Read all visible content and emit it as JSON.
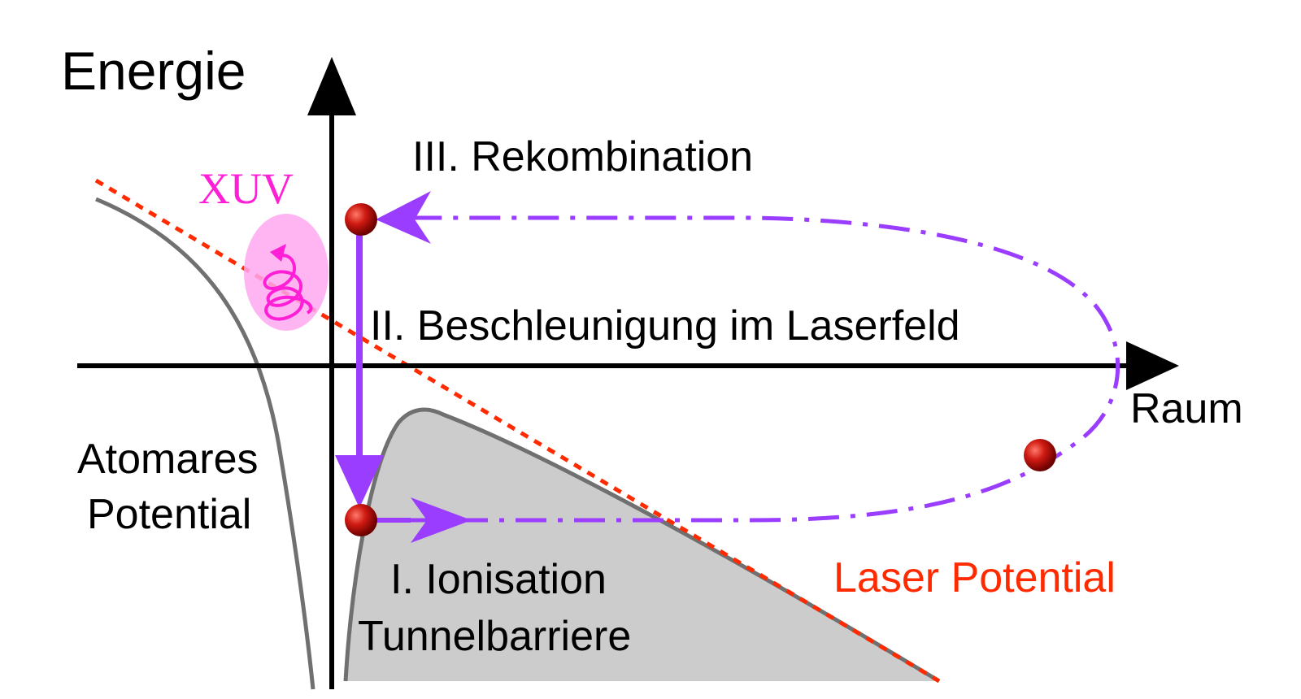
{
  "axes": {
    "y_label": "Energie",
    "x_label": "Raum"
  },
  "labels": {
    "xuv": "XUV",
    "step3": "III. Rekombination",
    "step2": "II. Beschleunigung im Laserfeld",
    "atomic_line1": "Atomares",
    "atomic_line2": "Potential",
    "step1_line1": "I. Ionisation",
    "step1_line2": "Tunnelbarriere",
    "laser": "Laser Potential"
  },
  "colors": {
    "axis": "#000000",
    "laser_line": "#ff2a00",
    "trajectory": "#9a3dff",
    "xuv": "#ff1fd6",
    "xuv_fill": "#ffa8f0",
    "potential_line": "#707070",
    "barrier_fill": "#cccccc",
    "electron": "#c41212",
    "laser_label": "#ff2a00"
  }
}
